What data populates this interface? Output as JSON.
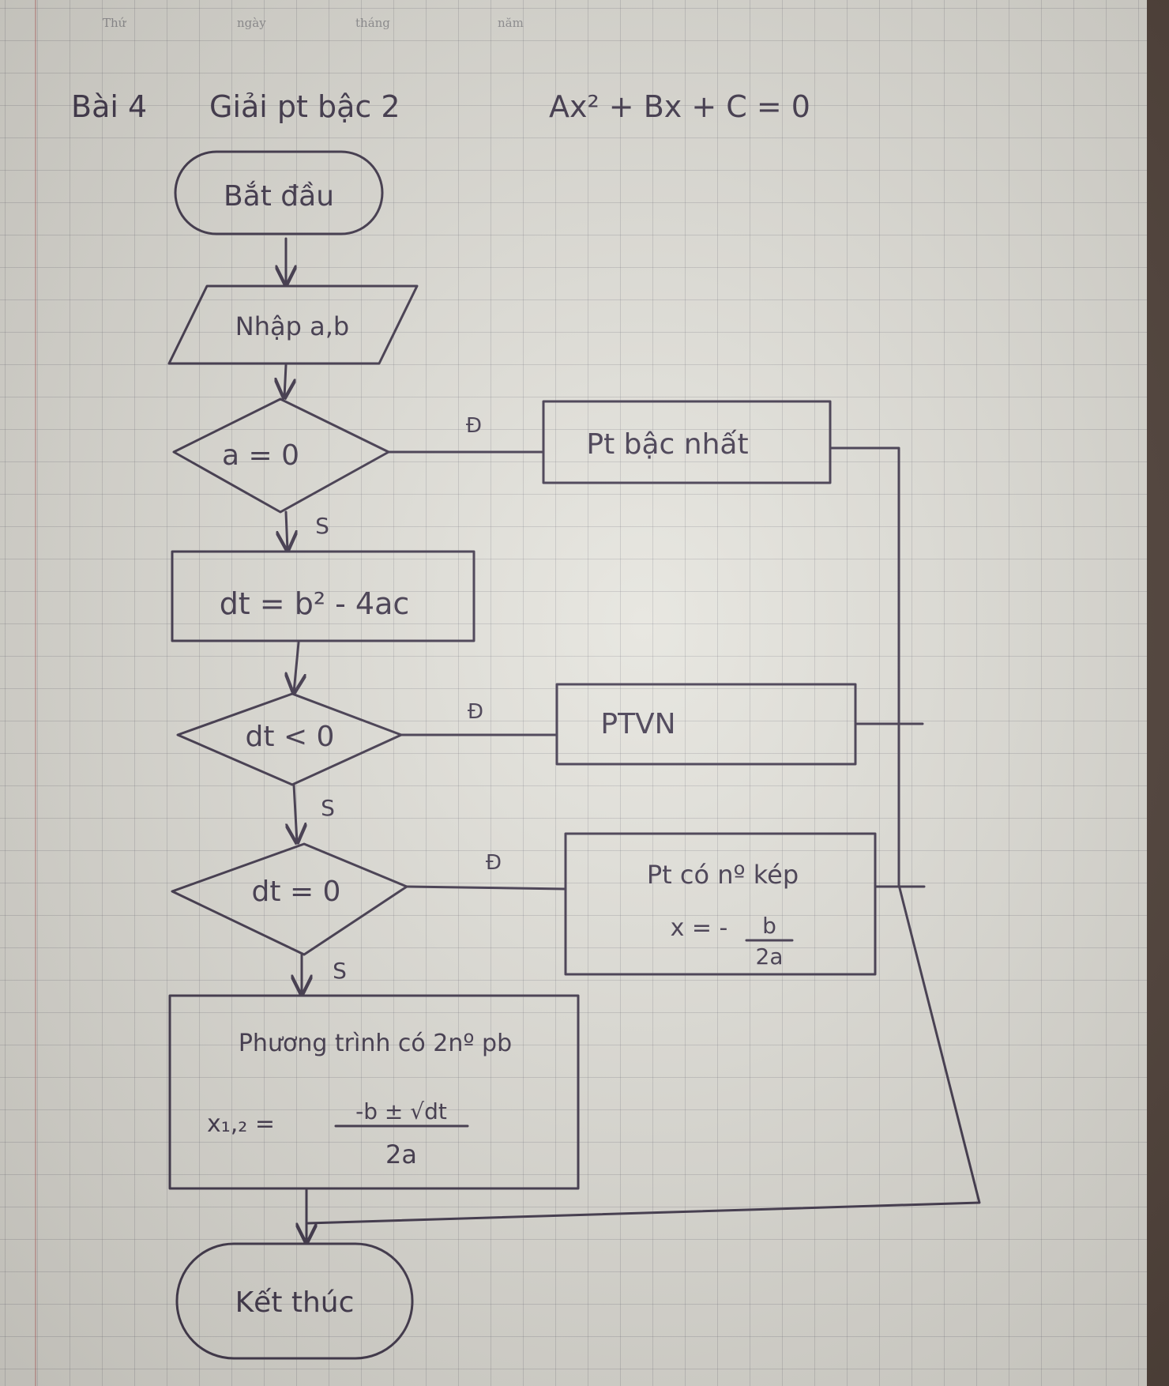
{
  "header": {
    "thu": "Thứ",
    "ngay": "ngày",
    "thang": "tháng",
    "nam": "năm"
  },
  "title": {
    "prefix": "Bài 4",
    "text": "Giải pt bậc 2",
    "equation": "Ax² + Bx + C = 0"
  },
  "nodes": {
    "start": "Bắt đầu",
    "input": "Nhập a,b",
    "cond_a": "a = 0",
    "linear": "Pt bậc nhất",
    "delta": "dt = b² - 4ac",
    "cond_neg": "dt < 0",
    "no_root": "PTVN",
    "cond_zero": "dt = 0",
    "double_root_line1": "Pt có nº kép",
    "double_root_x": "x = -",
    "double_root_num": "b",
    "double_root_den": "2a",
    "two_roots_line1": "Phương trình có 2nº pb",
    "two_roots_x": "x₁,₂ =",
    "two_roots_num": "-b ± √dt",
    "two_roots_den": "2a",
    "end": "Kết thúc"
  },
  "branch_labels": {
    "true": "Đ",
    "false": "S"
  }
}
